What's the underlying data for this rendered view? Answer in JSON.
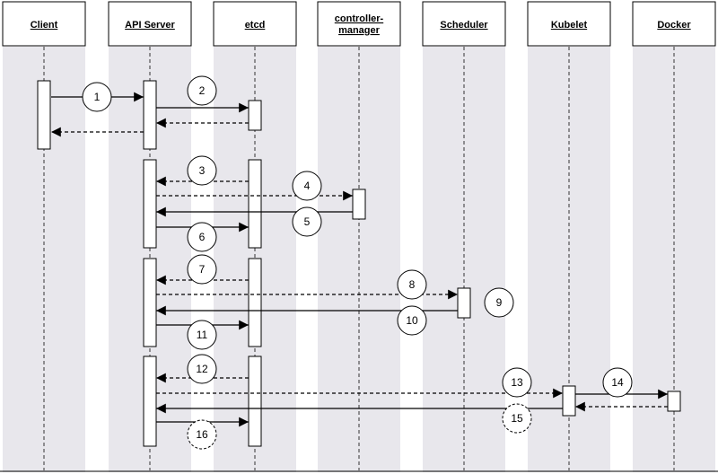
{
  "participants": [
    {
      "id": "client",
      "label": "Client"
    },
    {
      "id": "api",
      "label": "API Server"
    },
    {
      "id": "etcd",
      "label": "etcd"
    },
    {
      "id": "cm",
      "label": "controller-\nmanager"
    },
    {
      "id": "sched",
      "label": "Scheduler"
    },
    {
      "id": "kubelet",
      "label": "Kubelet"
    },
    {
      "id": "docker",
      "label": "Docker"
    }
  ],
  "messages": [
    {
      "n": "1",
      "from": "client",
      "to": "api",
      "style": "solid"
    },
    {
      "n": "2",
      "from": "api",
      "to": "etcd",
      "style": "solid"
    },
    {
      "n": "",
      "from": "etcd",
      "to": "api",
      "style": "dashed"
    },
    {
      "n": "",
      "from": "api",
      "to": "client",
      "style": "dashed"
    },
    {
      "n": "3",
      "from": "etcd",
      "to": "api",
      "style": "dashed"
    },
    {
      "n": "4",
      "from": "api",
      "to": "cm",
      "style": "dashed"
    },
    {
      "n": "5",
      "from": "cm",
      "to": "api",
      "style": "solid"
    },
    {
      "n": "6",
      "from": "api",
      "to": "etcd",
      "style": "solid"
    },
    {
      "n": "7",
      "from": "etcd",
      "to": "api",
      "style": "dashed"
    },
    {
      "n": "8",
      "from": "api",
      "to": "sched",
      "style": "dashed"
    },
    {
      "n": "9",
      "from": "sched",
      "to": "sched",
      "style": "self"
    },
    {
      "n": "10",
      "from": "sched",
      "to": "api",
      "style": "solid"
    },
    {
      "n": "11",
      "from": "api",
      "to": "etcd",
      "style": "solid"
    },
    {
      "n": "12",
      "from": "etcd",
      "to": "api",
      "style": "dashed"
    },
    {
      "n": "13",
      "from": "api",
      "to": "kubelet",
      "style": "dashed"
    },
    {
      "n": "14",
      "from": "kubelet",
      "to": "docker",
      "style": "solid"
    },
    {
      "n": "",
      "from": "docker",
      "to": "kubelet",
      "style": "dashed"
    },
    {
      "n": "15",
      "from": "kubelet",
      "to": "api",
      "style": "solid",
      "circle": "dashed"
    },
    {
      "n": "16",
      "from": "api",
      "to": "etcd",
      "style": "solid",
      "circle": "dashed"
    }
  ],
  "colors": {
    "band": "#e8e7ec",
    "line": "#000000"
  }
}
